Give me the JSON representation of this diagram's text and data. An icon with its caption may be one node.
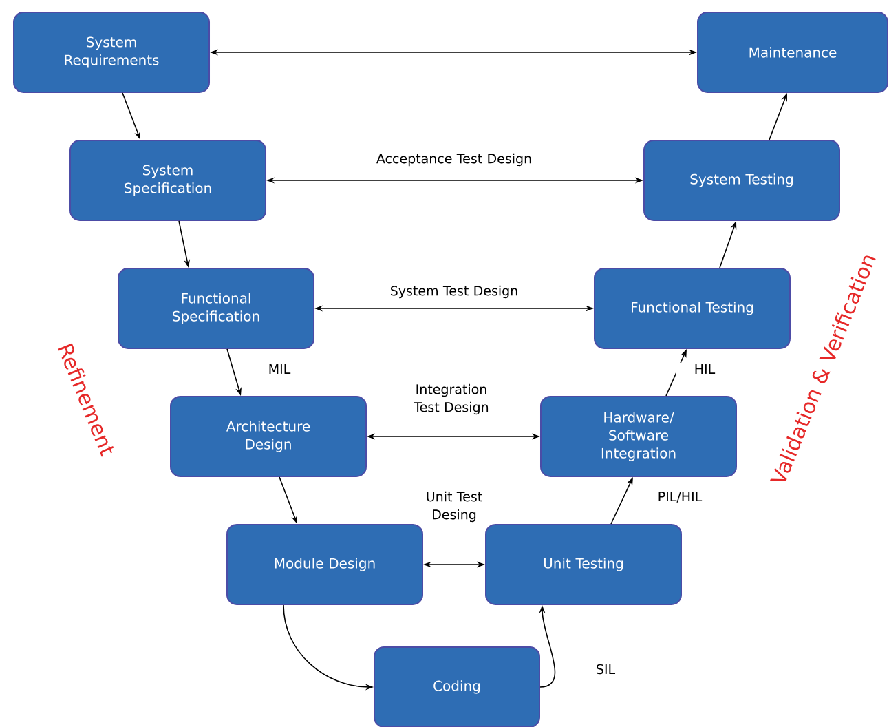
{
  "diagram": {
    "nodes": [
      {
        "text": [
          "System Requirements"
        ]
      },
      {
        "text": [
          "System Specification"
        ]
      },
      {
        "text": [
          "Functional Specification"
        ]
      },
      {
        "text": [
          "Architecture Design"
        ]
      },
      {
        "text": [
          "Module Design"
        ]
      },
      {
        "text": [
          "Coding"
        ]
      },
      {
        "text": [
          "Unit Testing"
        ]
      },
      {
        "text": [
          "Hardware/ Software Integration"
        ]
      },
      {
        "text": [
          "Functional Testing"
        ]
      },
      {
        "text": [
          "System Testing"
        ]
      },
      {
        "text": [
          "Maintenance"
        ]
      }
    ],
    "edges": [
      {
        "from": 0,
        "to": 10,
        "arrow": "both"
      },
      {
        "from": 0,
        "to": 1,
        "arrow": "to"
      },
      {
        "from": 1,
        "to": 9,
        "arrow": "both",
        "label": "Acceptance Test Design"
      },
      {
        "from": 9,
        "to": 10,
        "arrow": "to"
      },
      {
        "from": 1,
        "to": 2,
        "arrow": "to"
      },
      {
        "from": 2,
        "to": 8,
        "arrow": "both",
        "label": "System Test Design"
      },
      {
        "from": 8,
        "to": 9,
        "arrow": "to"
      },
      {
        "from": 2,
        "to": 3,
        "arrow": "to",
        "label": "MIL"
      },
      {
        "from": 3,
        "to": 7,
        "arrow": "both",
        "label": "Integration Test Design"
      },
      {
        "from": 7,
        "to": 8,
        "arrow": "to",
        "label": "HIL"
      },
      {
        "from": 3,
        "to": 4,
        "arrow": "to"
      },
      {
        "from": 4,
        "to": 6,
        "arrow": "both",
        "label": "Unit Test Desing"
      },
      {
        "from": 6,
        "to": 7,
        "arrow": "to",
        "label": "PIL/HIL"
      },
      {
        "from": 4,
        "to": 5,
        "arrow": "to"
      },
      {
        "from": 5,
        "to": 6,
        "arrow": "to",
        "label": "SIL"
      }
    ],
    "labels": [
      "Refinement",
      "Validation & Verification"
    ]
  }
}
